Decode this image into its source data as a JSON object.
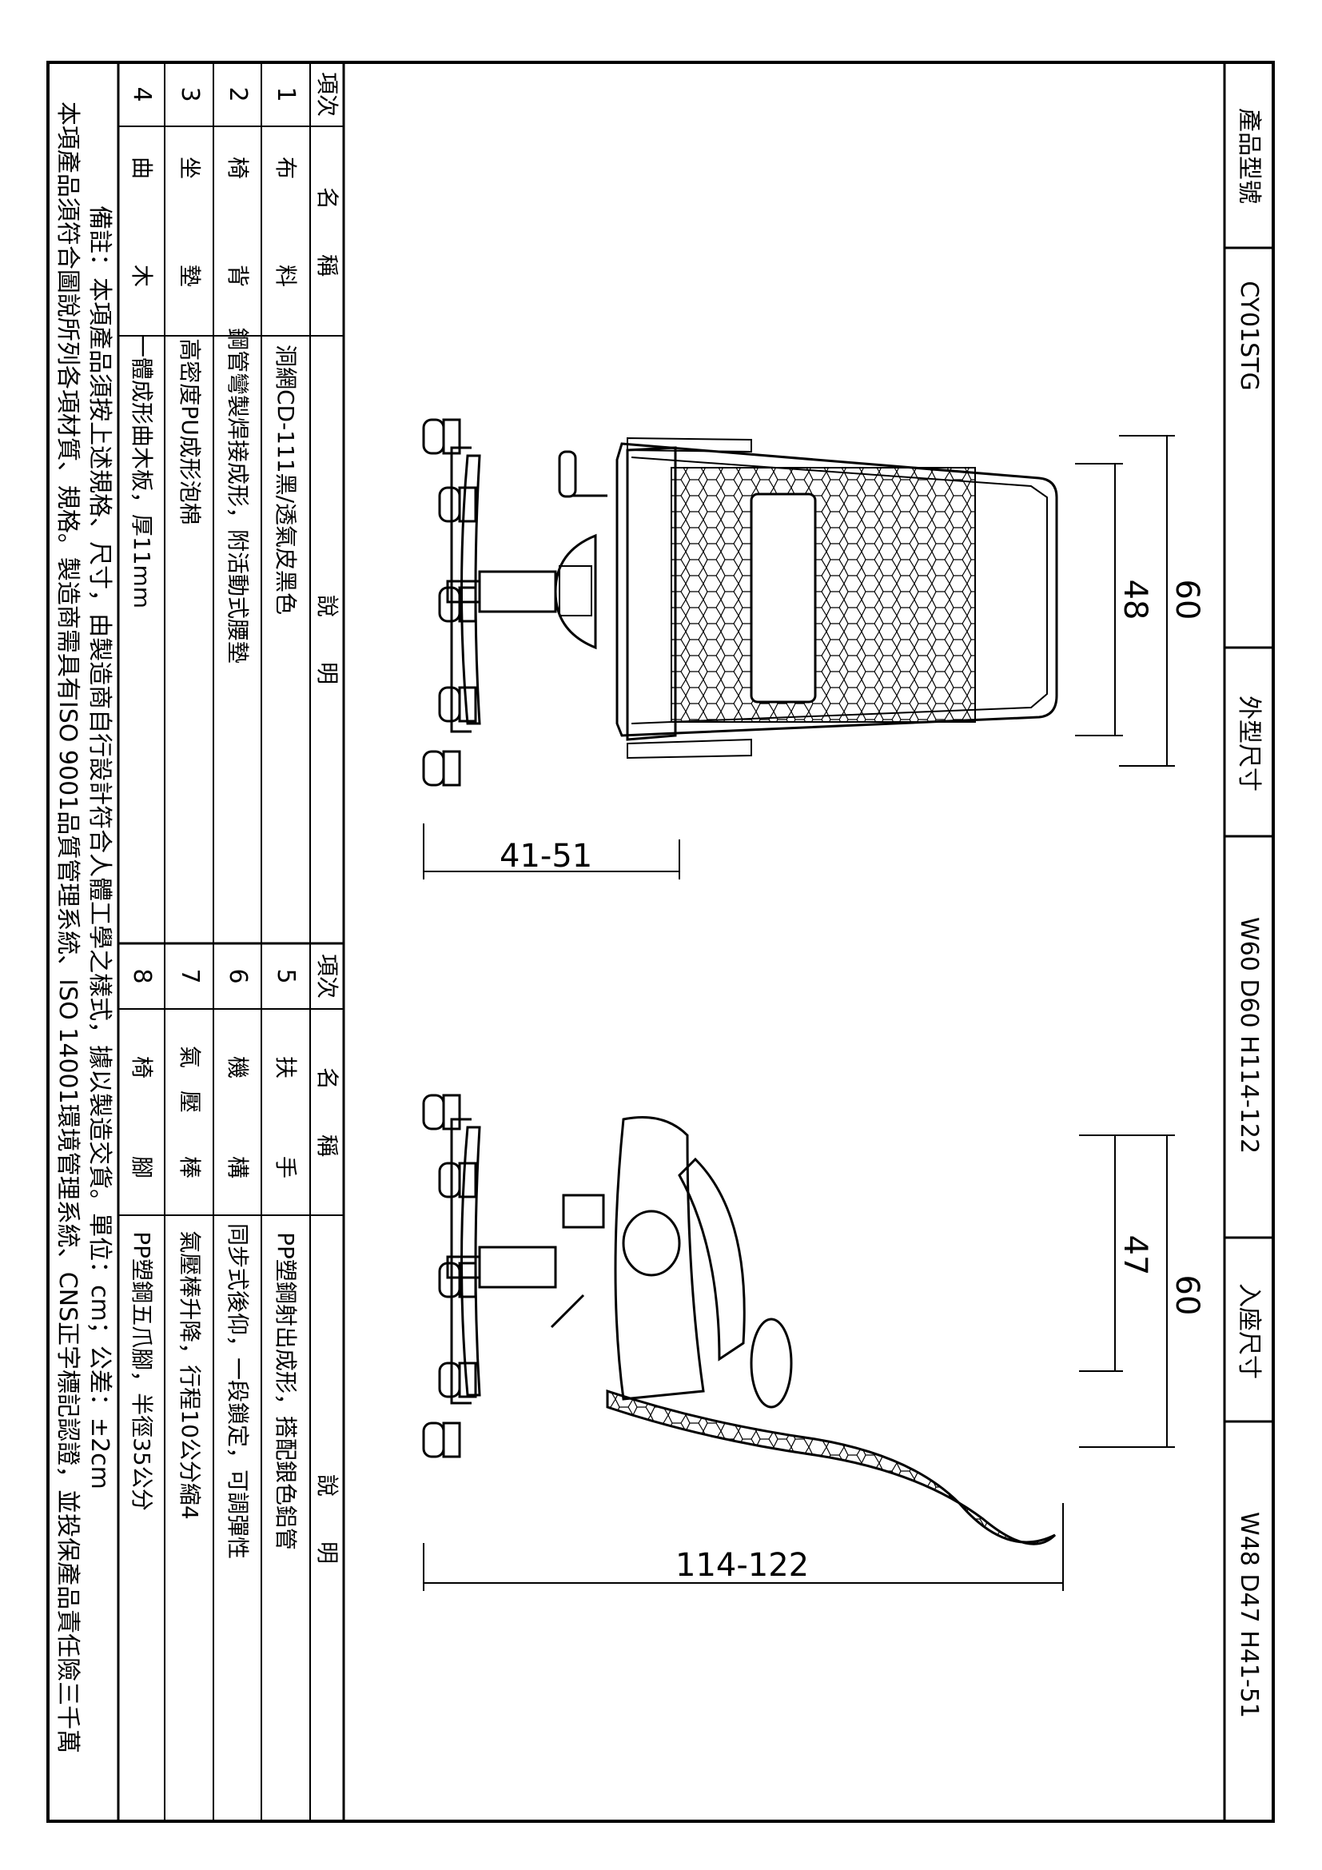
{
  "title_block": {
    "model_label": "產品型號",
    "model_value": "CY01STG",
    "outer_label": "外型尺寸",
    "outer_value": "W60 D60 H114-122",
    "seat_label": "入座尺寸",
    "seat_value": "W48 D47 H41-51"
  },
  "dimensions": {
    "front_height_outer": "60",
    "front_height_inner": "48",
    "front_seat_height": "41-51",
    "side_height_outer": "60",
    "side_height_inner": "47",
    "side_overall": "114-122"
  },
  "table": {
    "headers": {
      "item": "項次",
      "name": "名　　稱",
      "desc": "說　　明"
    },
    "left_rows": [
      {
        "item": "1",
        "name_a": "布",
        "name_b": "料",
        "desc": "洞網CD-111黑/透氣皮黑色"
      },
      {
        "item": "2",
        "name_a": "椅",
        "name_b": "背",
        "desc": "鋼管彎製焊接成形，附活動式腰墊"
      },
      {
        "item": "3",
        "name_a": "坐",
        "name_b": "墊",
        "desc": "高密度PU成形泡棉"
      },
      {
        "item": "4",
        "name_a": "曲",
        "name_b": "木",
        "desc": "一體成形曲木板，厚11mm"
      }
    ],
    "right_rows": [
      {
        "item": "5",
        "name_a": "扶",
        "name_b": "手",
        "desc": "PP塑鋼射出成形，搭配銀色鋁管"
      },
      {
        "item": "6",
        "name_a": "機",
        "name_b": "構",
        "desc": "同步式後仰，一段鎖定，可調彈性"
      },
      {
        "item": "7",
        "name_a": "氣　壓",
        "name_b": "棒",
        "desc": "氣壓棒升降，行程10公分縮4"
      },
      {
        "item": "8",
        "name_a": "椅",
        "name_b": "腳",
        "desc": "PP塑鋼五爪腳，半徑35公分"
      }
    ]
  },
  "notes": {
    "line1": "備註：本項產品須按上述規格、尺寸，由製造商自行設計符合人體工學之樣式，據以製造交貨。單位：cm；公差：±2cm",
    "line2": "本項產品須符合圖說所列各項材質、規格。製造商需具有ISO 9001品質管理系統、ISO 14001環境管理系統、CNS正字標記認證，並投保產品責任險三千萬"
  }
}
